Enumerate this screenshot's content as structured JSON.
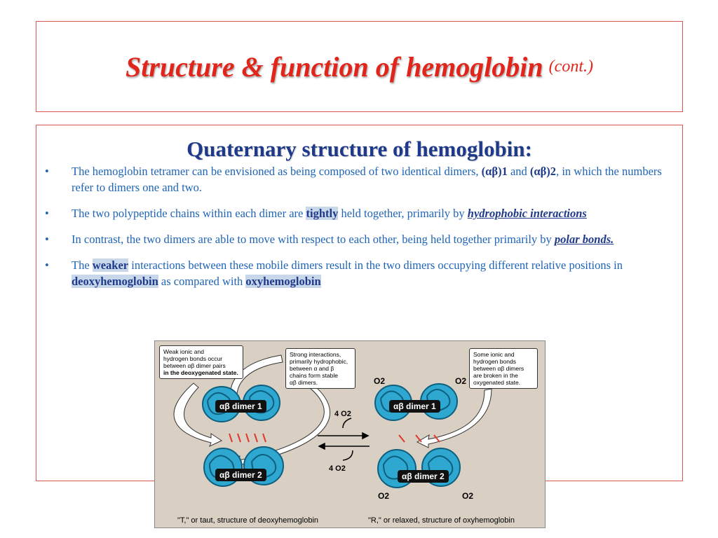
{
  "title": {
    "main": "Structure & function of hemoglobin",
    "suffix": "(cont.)"
  },
  "subtitle": "Quaternary structure of hemoglobin",
  "subtitle_colon": ":",
  "bullets": [
    {
      "marker": "•",
      "text_1": "The hemoglobin tetramer can be envisioned as being composed of two identical dimers, ",
      "em_1": "(αβ)1",
      "text_2": " and ",
      "em_2": "(αβ)2",
      "text_3": ", in which the numbers refer to dimers one and two."
    },
    {
      "marker": "•",
      "text_1": "The two polypeptide chains within each dimer are ",
      "hl_1": "tightly",
      "text_2": " held together, primarily by ",
      "emu_1": "hydrophobic interactions"
    },
    {
      "marker": "•",
      "text_1": "In contrast, the two dimers are able to move with respect to each other, being held together primarily by ",
      "emu_1": "polar bonds."
    },
    {
      "marker": "•",
      "text_1": "The ",
      "hl_1": "weaker",
      "text_2": " interactions between these mobile dimers result in the two dimers occupying different relative positions in ",
      "hl_2": "deoxyhemoglobin",
      "text_3": " as compared with ",
      "hl_3": "oxyhemoglobin"
    }
  ],
  "figure": {
    "callout_weak": {
      "line1": "Weak ionic and",
      "line2": "hydrogen bonds occur",
      "line3": "between αβ dimer pairs",
      "line4": "in the deoxygenated state."
    },
    "callout_strong": {
      "line1": "Strong interactions,",
      "line2": "primarily hydrophobic,",
      "line3": "between α and β",
      "line4": "chains form stable",
      "line5": "αβ dimers."
    },
    "callout_broken": {
      "line1": "Some ionic and",
      "line2": "hydrogen bonds",
      "line3": "between αβ dimers",
      "line4": "are broken in the",
      "line5": "oxygenated state."
    },
    "dimer1": "αβ dimer 1",
    "dimer2": "αβ dimer 2",
    "o2": "O2",
    "four_o2": "4 O2",
    "caption_left": "\"T,\" or taut, structure of deoxyhemoglobin",
    "caption_right": "\"R,\" or relaxed, structure of oxyhemoglobin",
    "colors": {
      "background": "#d9cfc3",
      "protein": "#2ea7d1",
      "bond": "#e0392b"
    }
  },
  "colors": {
    "title": "#e1251b",
    "subtitle": "#1f3a8a",
    "body": "#1e64b8",
    "border": "#d9574f"
  }
}
